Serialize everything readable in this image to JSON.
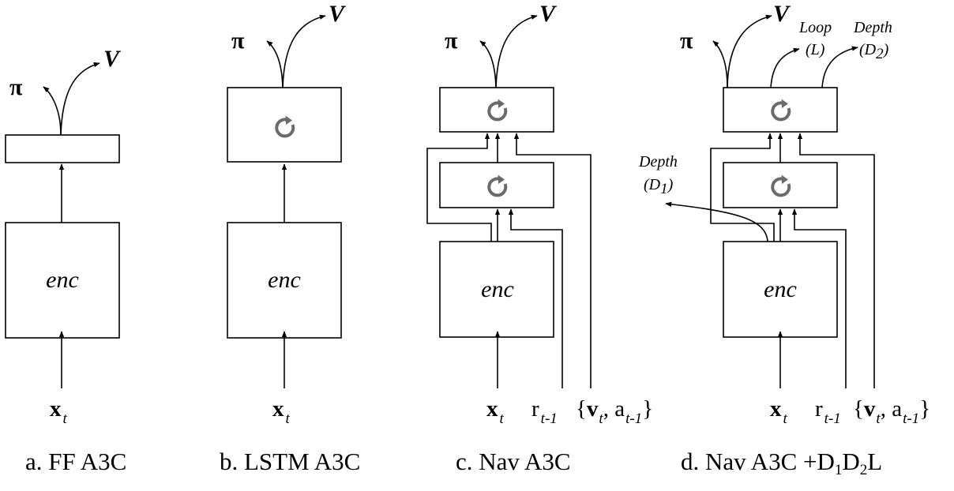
{
  "labels": {
    "enc": "enc",
    "pi": "π",
    "v": "V",
    "x": "x",
    "t": "t",
    "r": "r",
    "t_minus_1": "t-1",
    "brace_open": "{",
    "v_bold": "v",
    "comma_a": ", a",
    "brace_close": "}"
  },
  "aux": {
    "loop_l1": "Loop",
    "loop_l2": "(L)",
    "depth": "Depth",
    "d2_open": "(D",
    "d2_sub": "2",
    "d1_open": "(D",
    "d1_sub": "1",
    "close": ")"
  },
  "captions": {
    "a": "a. FF A3C",
    "b": "b. LSTM A3C",
    "c": "c. Nav A3C",
    "d_prefix": "d. Nav A3C +D",
    "d_sub1": "1",
    "d_mid": "D",
    "d_sub2": "2",
    "d_suffix": "L"
  },
  "icons": {
    "recurrent": "recurrent-loop-icon",
    "icon_color": "#6b6b6b"
  }
}
